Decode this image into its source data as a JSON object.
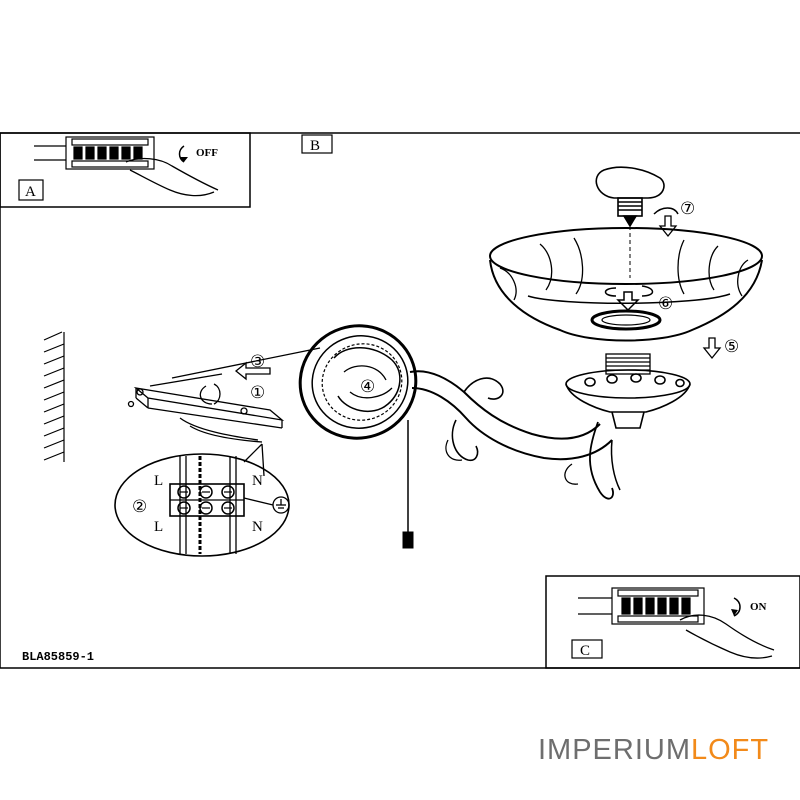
{
  "panels": {
    "a_label": "A",
    "b_label": "B",
    "c_label": "C",
    "a_switch": "OFF",
    "c_switch": "ON"
  },
  "terminal": {
    "top_left": "L",
    "top_right": "N",
    "bottom_left": "L",
    "bottom_right": "N"
  },
  "steps": [
    "①",
    "②",
    "③",
    "④",
    "⑤",
    "⑥",
    "⑦"
  ],
  "model_code": "BLA85859-1",
  "watermark": {
    "part1": "IMPERIUM",
    "part2": "LOFT",
    "color_gray": "#6e6e6e",
    "color_accent": "#f28a1a"
  }
}
